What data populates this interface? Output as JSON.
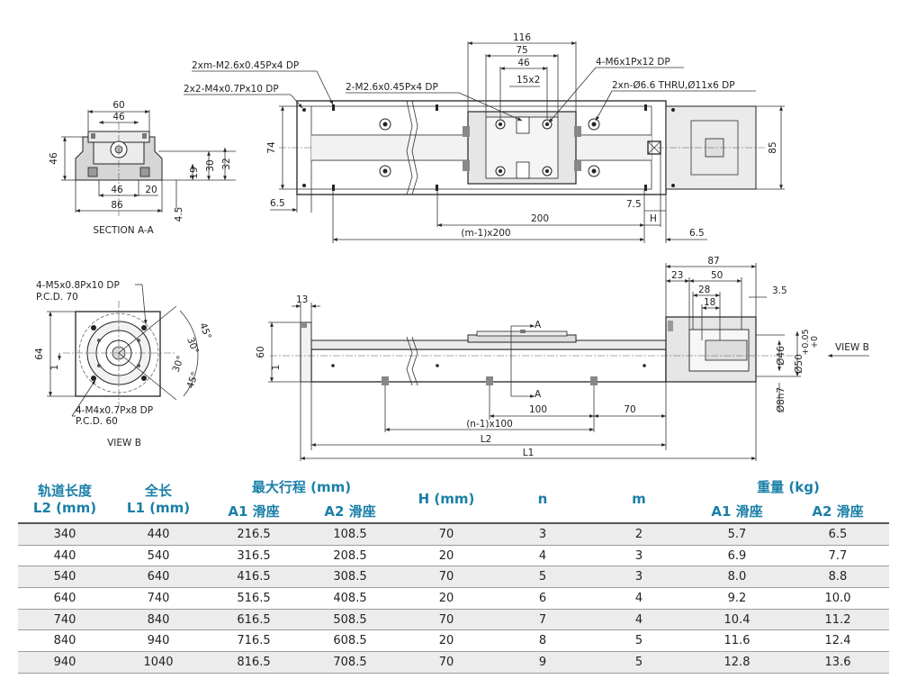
{
  "drawing": {
    "section_a": {
      "caption": "SECTION A-A",
      "dims": {
        "w60": "60",
        "w46": "46",
        "h46": "46",
        "d19": "19",
        "d30": "30",
        "d32": "32",
        "b46": "46",
        "b20": "20",
        "b86": "86",
        "d45": "4.5"
      }
    },
    "top_view": {
      "callouts": {
        "m26_xm": "2xm-M2.6x0.45Px4 DP",
        "m4_x2": "2x2-M4x0.7Px10 DP",
        "m26_2": "2-M2.6x0.45Px4 DP",
        "m6_4": "4-M6x1Px12 DP",
        "thru": "2xn-Ø6.6 THRU,Ø11x6 DP"
      },
      "dims": {
        "d116": "116",
        "d75": "75",
        "d46": "46",
        "d15x2": "15x2",
        "h74": "74",
        "h85": "85",
        "d65_left": "6.5",
        "d200": "200",
        "dm1x200": "(m-1)x200",
        "d75b": "7.5",
        "dH": "H",
        "d65_right": "6.5"
      }
    },
    "view_b": {
      "callouts": {
        "m5": "4-M5x0.8Px10 DP",
        "pcd70": "P.C.D. 70",
        "m4": "4-M4x0.7Px8 DP",
        "pcd60": "P.C.D. 60"
      },
      "dims": {
        "h64": "64",
        "c1": "1",
        "a45t": "45°",
        "a30t": "30°",
        "a30b": "30°",
        "a45b": "45°"
      },
      "caption": "VIEW B"
    },
    "front_view": {
      "dims": {
        "d13": "13",
        "h60": "60",
        "c1": "1",
        "secA": "A",
        "d100": "100",
        "d70": "70",
        "dn1x100": "(n-1)x100",
        "L2": "L2",
        "L1": "L1",
        "d87": "87",
        "d23": "23",
        "d50": "50",
        "d28": "28",
        "d18": "18",
        "d35": "3.5",
        "d46": "Ø46",
        "d50h": "Ø50",
        "tol_up": "+0.05",
        "tol_dn": "+0",
        "d8h7": "Ø8h7"
      },
      "view_label": "VIEW B"
    }
  },
  "table": {
    "headers": {
      "rail_length": [
        "轨道长度",
        "L2 (mm)"
      ],
      "total_length": [
        "全长",
        "L1 (mm)"
      ],
      "max_stroke": "最大行程 (mm)",
      "stroke_a1": "A1 滑座",
      "stroke_a2": "A2 滑座",
      "h": "H (mm)",
      "n": "n",
      "m": "m",
      "weight": "重量 (kg)",
      "weight_a1": "A1 滑座",
      "weight_a2": "A2 滑座"
    },
    "rows": [
      [
        "340",
        "440",
        "216.5",
        "108.5",
        "70",
        "3",
        "2",
        "5.7",
        "6.5"
      ],
      [
        "440",
        "540",
        "316.5",
        "208.5",
        "20",
        "4",
        "3",
        "6.9",
        "7.7"
      ],
      [
        "540",
        "640",
        "416.5",
        "308.5",
        "70",
        "5",
        "3",
        "8.0",
        "8.8"
      ],
      [
        "640",
        "740",
        "516.5",
        "408.5",
        "20",
        "6",
        "4",
        "9.2",
        "10.0"
      ],
      [
        "740",
        "840",
        "616.5",
        "508.5",
        "70",
        "7",
        "4",
        "10.4",
        "11.2"
      ],
      [
        "840",
        "940",
        "716.5",
        "608.5",
        "20",
        "8",
        "5",
        "11.6",
        "12.4"
      ],
      [
        "940",
        "1040",
        "816.5",
        "708.5",
        "70",
        "9",
        "5",
        "12.8",
        "13.6"
      ]
    ]
  }
}
